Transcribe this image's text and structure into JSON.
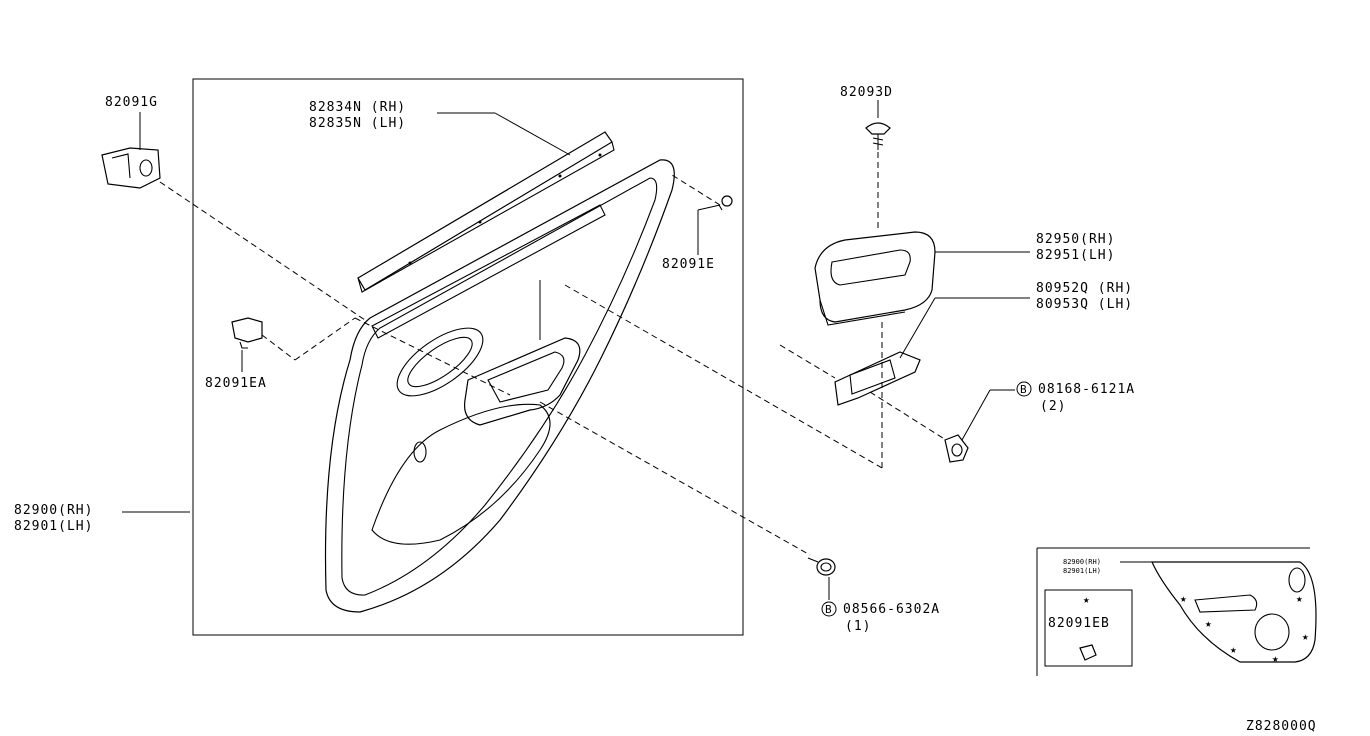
{
  "parts": {
    "p82091g": "82091G",
    "p82834n_rh": "82834N (RH)",
    "p82835n_lh": "82835N (LH)",
    "p82091e": "82091E",
    "p82091ea": "82091EA",
    "p82900_rh": "82900(RH)",
    "p82901_lh": "82901(LH)",
    "p82093d": "82093D",
    "p82950_rh": "82950(RH)",
    "p82951_lh": "82951(LH)",
    "p80952q_rh": "80952Q (RH)",
    "p80953q_lh": "80953Q (LH)",
    "bolt1_code": "08168-6121A",
    "bolt1_qty": "(2)",
    "bolt2_code": "08566-6302A",
    "bolt2_qty": "(1)",
    "bolt_marker": "B"
  },
  "inset": {
    "rh_label": "82900(RH)",
    "lh_label": "82901(LH)",
    "clip_label": "82091EB",
    "star": "★"
  },
  "diagram_id": "Z828000Q"
}
